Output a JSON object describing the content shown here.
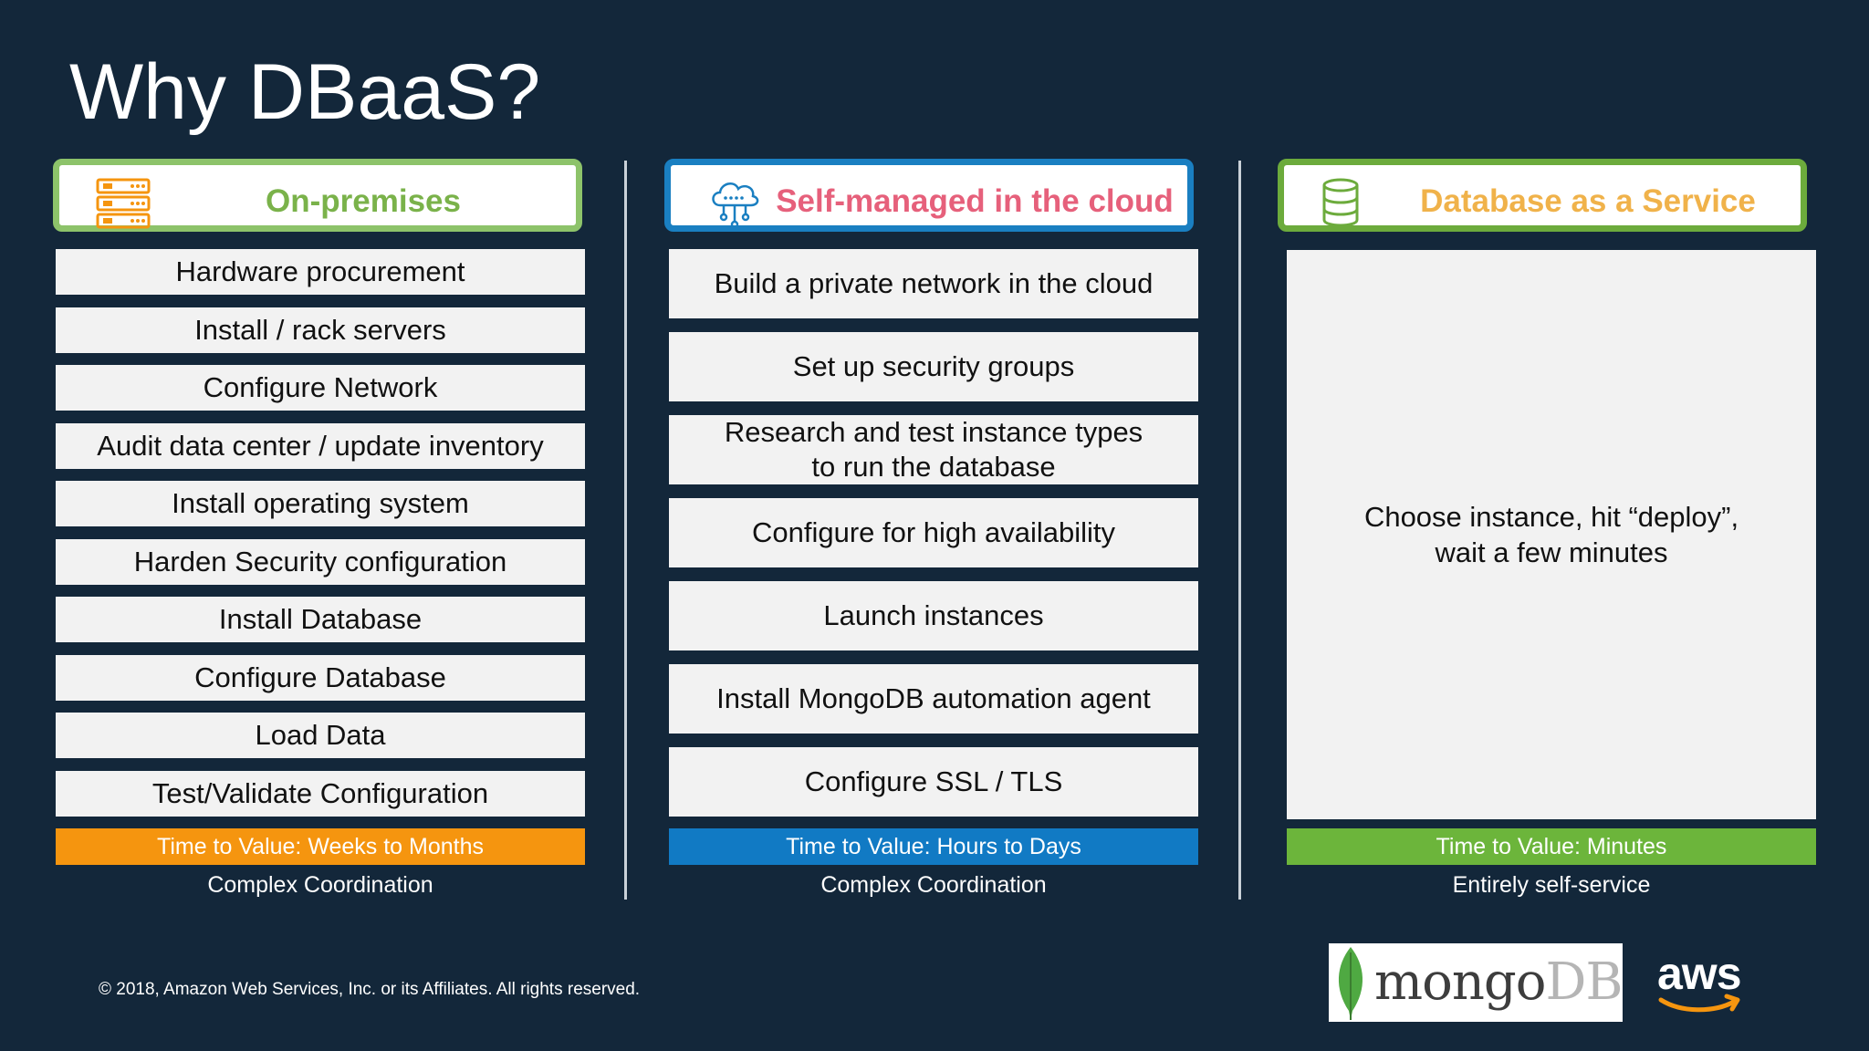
{
  "title": "Why DBaaS?",
  "columns": [
    {
      "header": "On-premises",
      "icon": "server-rack-icon",
      "color": "#8dc36a",
      "steps": [
        "Hardware procurement",
        "Install / rack servers",
        "Configure Network",
        "Audit data center / update inventory",
        "Install operating system",
        "Harden Security configuration",
        "Install Database",
        "Configure Database",
        "Load Data",
        "Test/Validate Configuration"
      ],
      "time_to_value": "Time to Value: Weeks to Months",
      "note": "Complex Coordination"
    },
    {
      "header": "Self-managed in the cloud",
      "icon": "cloud-network-icon",
      "color": "#1a7fc1",
      "steps": [
        "Build a private network in the cloud",
        "Set up security groups",
        "Research and test instance types",
        "to run the database",
        "Configure for high availability",
        "Launch instances",
        "Install MongoDB automation agent",
        "Configure SSL / TLS"
      ],
      "time_to_value": "Time to Value: Hours to Days",
      "note": "Complex Coordination"
    },
    {
      "header": "Database as a Service",
      "icon": "database-icon",
      "color": "#6cab3c",
      "body_line1": "Choose instance, hit “deploy”,",
      "body_line2": "wait a few minutes",
      "time_to_value": "Time to Value: Minutes",
      "note": "Entirely self-service"
    }
  ],
  "footer": {
    "copyright": "© 2018, Amazon Web Services, Inc. or its Affiliates. All rights reserved.",
    "mongo_logo_text": "mongo",
    "mongo_logo_db": "DB",
    "aws_logo_text": "aws"
  }
}
